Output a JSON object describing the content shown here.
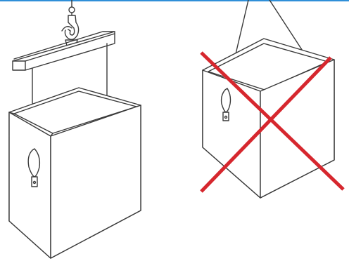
{
  "colors": {
    "line": "#3a3a3a",
    "fill": "#ffffff",
    "accent_rule": "#2f8fd8",
    "cross": "#d6272e"
  },
  "panels": [
    {
      "name": "correct-lifting",
      "status": "correct",
      "icons": [
        "crane-hook-icon",
        "spreader-beam",
        "container-box",
        "sling-loop"
      ]
    },
    {
      "name": "incorrect-lifting",
      "status": "incorrect",
      "icons": [
        "container-box",
        "sling-loop",
        "prohibited-cross-icon"
      ]
    }
  ]
}
